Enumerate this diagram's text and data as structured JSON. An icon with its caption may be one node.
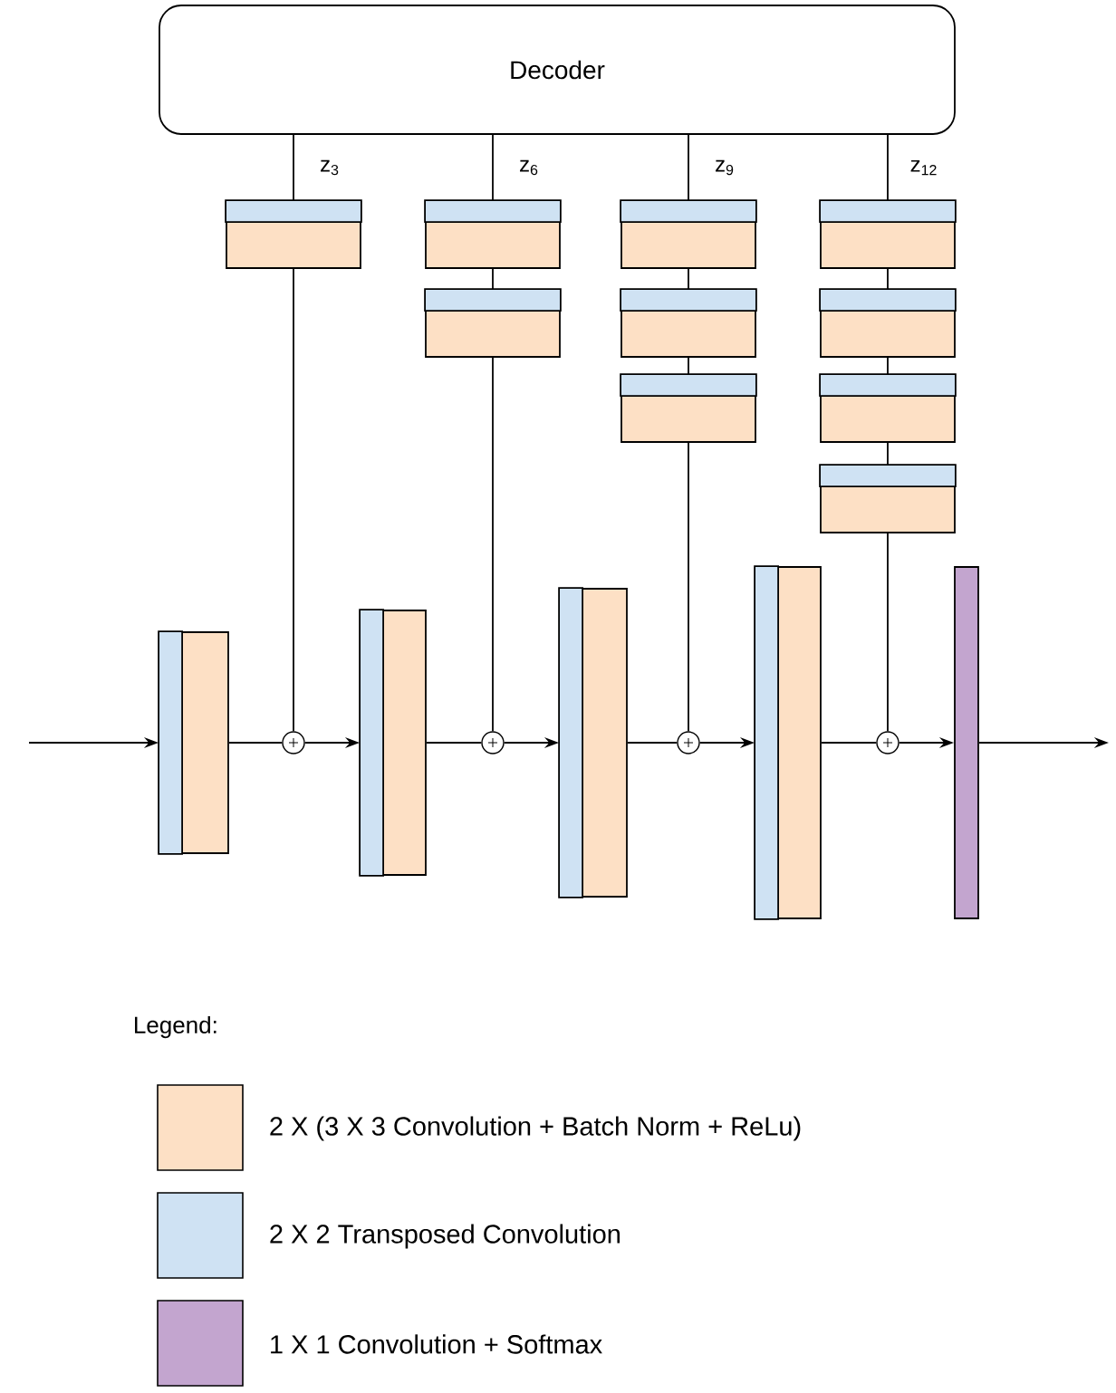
{
  "diagram": {
    "nodes": [
      {
        "text": [
          "Decoder"
        ]
      },
      {
        "text": [],
        "shape": "box"
      },
      {
        "text": [],
        "shape": "box"
      },
      {
        "text": [],
        "shape": "box"
      },
      {
        "text": [],
        "shape": "box"
      },
      {
        "text": [],
        "shape": "box"
      },
      {
        "text": [],
        "shape": "box"
      },
      {
        "text": [],
        "shape": "box"
      },
      {
        "text": [],
        "shape": "box"
      },
      {
        "text": [],
        "shape": "box"
      },
      {
        "text": [],
        "shape": "box"
      },
      {
        "text": [],
        "shape": "box"
      },
      {
        "text": [],
        "shape": "circle"
      },
      {
        "text": [],
        "shape": "box"
      },
      {
        "text": [],
        "shape": "circle"
      },
      {
        "text": [],
        "shape": "box"
      },
      {
        "text": [],
        "shape": "circle"
      },
      {
        "text": [],
        "shape": "box"
      },
      {
        "text": [],
        "shape": "circle"
      },
      {
        "text": [],
        "shape": "bar"
      }
    ],
    "edges": [
      {
        "from": 0,
        "to": 1,
        "arrow": "none",
        "label": "z$_{3}$"
      },
      {
        "from": 0,
        "to": 2,
        "arrow": "none",
        "label": "z$_{6}$"
      },
      {
        "from": 2,
        "to": 3,
        "arrow": "none"
      },
      {
        "from": 0,
        "to": 4,
        "arrow": "none",
        "label": "z$_{9}$"
      },
      {
        "from": 4,
        "to": 5,
        "arrow": "none"
      },
      {
        "from": 5,
        "to": 6,
        "arrow": "none"
      },
      {
        "from": 0,
        "to": 7,
        "arrow": "none",
        "label": "z$_{12}$"
      },
      {
        "from": 7,
        "to": 8,
        "arrow": "none"
      },
      {
        "from": 8,
        "to": 9,
        "arrow": "none"
      },
      {
        "from": 9,
        "to": 10,
        "arrow": "none"
      },
      {
        "from": 1,
        "to": 12,
        "arrow": "none"
      },
      {
        "from": 3,
        "to": 14,
        "arrow": "none"
      },
      {
        "from": 6,
        "to": 16,
        "arrow": "none"
      },
      {
        "from": 10,
        "to": 18,
        "arrow": "none"
      },
      {
        "from": null,
        "to": 11,
        "arrow": "to"
      },
      {
        "from": 11,
        "to": 12,
        "arrow": "none"
      },
      {
        "from": 12,
        "to": 13,
        "arrow": "to"
      },
      {
        "from": 13,
        "to": 14,
        "arrow": "none"
      },
      {
        "from": 14,
        "to": 15,
        "arrow": "to"
      },
      {
        "from": 15,
        "to": 16,
        "arrow": "none"
      },
      {
        "from": 16,
        "to": 17,
        "arrow": "to"
      },
      {
        "from": 17,
        "to": 18,
        "arrow": "none"
      },
      {
        "from": 18,
        "to": 19,
        "arrow": "to"
      },
      {
        "from": 19,
        "to": null,
        "arrow": "to"
      }
    ],
    "labels": [
      "Legend:"
    ],
    "legend": [
      {
        "text": "2 X (3 X 3 Convolution + Batch Norm + ReLu)",
        "color": "#fde0c5"
      },
      {
        "text": "2 X 2 Transposed Convolution",
        "color": "#cfe2f3"
      },
      {
        "text": "1 X 1 Convolution + Softmax",
        "color": "#c3a5cf"
      }
    ]
  }
}
